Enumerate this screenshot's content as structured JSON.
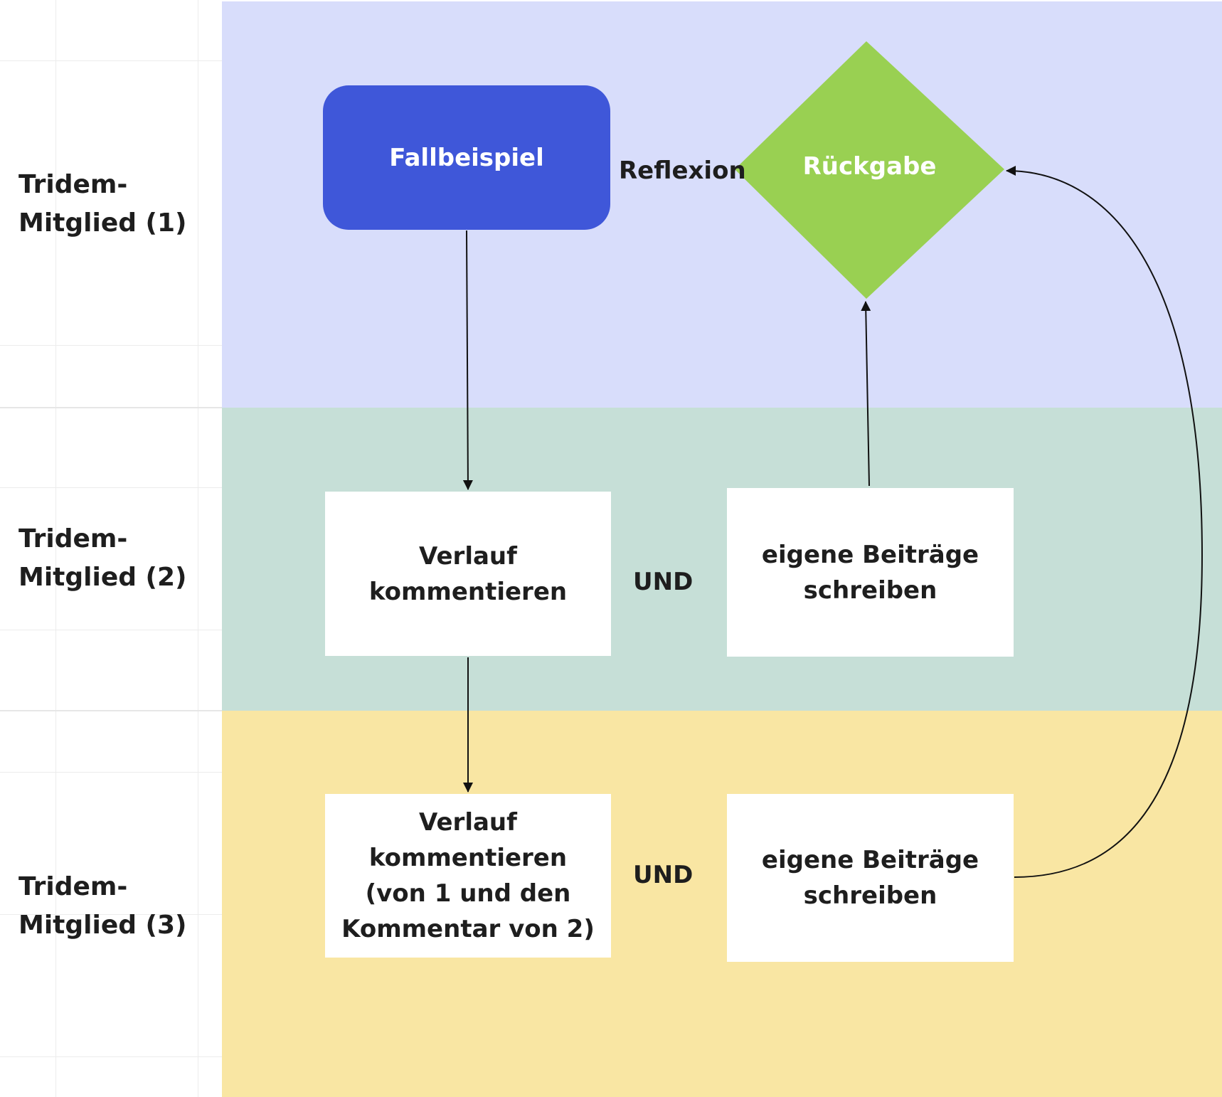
{
  "lanes": [
    {
      "label": "Tridem-\nMitglied (1)",
      "color": "#d8ddfb"
    },
    {
      "label": "Tridem-\nMitglied (2)",
      "color": "#c6dfd7"
    },
    {
      "label": "Tridem-\nMitglied (3)",
      "color": "#f9e6a3"
    }
  ],
  "nodes": {
    "fallbeispiel": {
      "label": "Fallbeispiel",
      "color": "#3f57d9"
    },
    "rueckgabe": {
      "label": "Rückgabe",
      "color": "#99d052"
    },
    "verlauf2": {
      "label": "Verlauf\nkommentieren"
    },
    "beitraege2": {
      "label": "eigene Beiträge\nschreiben"
    },
    "verlauf3": {
      "label": "Verlauf\nkommentieren\n(von 1 und den\nKommentar von 2)"
    },
    "beitraege3": {
      "label": "eigene Beiträge\nschreiben"
    }
  },
  "connector_labels": {
    "reflexion": "Reflexion",
    "und_2": "UND",
    "und_3": "UND"
  }
}
